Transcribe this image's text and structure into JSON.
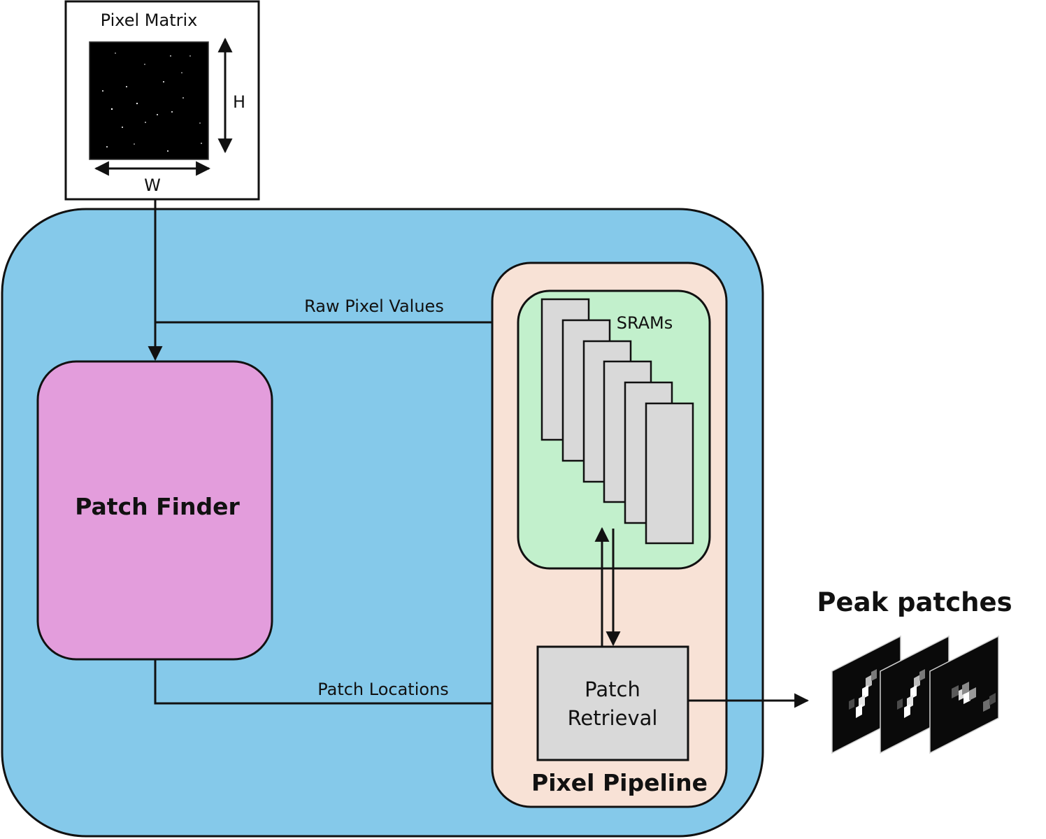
{
  "pixel_matrix": {
    "title": "Pixel Matrix",
    "height_label": "H",
    "width_label": "W"
  },
  "patch_finder": {
    "label": "Patch Finder"
  },
  "pixel_pipeline": {
    "label": "Pixel Pipeline"
  },
  "srams": {
    "label": "SRAMs"
  },
  "patch_retrieval": {
    "line1": "Patch",
    "line2": "Retrieval"
  },
  "edges": {
    "raw_pixel_values": "Raw Pixel Values",
    "patch_locations": "Patch Locations"
  },
  "output": {
    "title": "Peak patches"
  },
  "colors": {
    "outer_block": "#85c9ea",
    "patch_finder": "#e39ddc",
    "pixel_pipeline": "#f8e2d6",
    "srams_block": "#c2f0cc",
    "sram_bank": "#d9d9d9",
    "patch_retrieval": "#d9d9d9",
    "stroke": "#111111"
  }
}
